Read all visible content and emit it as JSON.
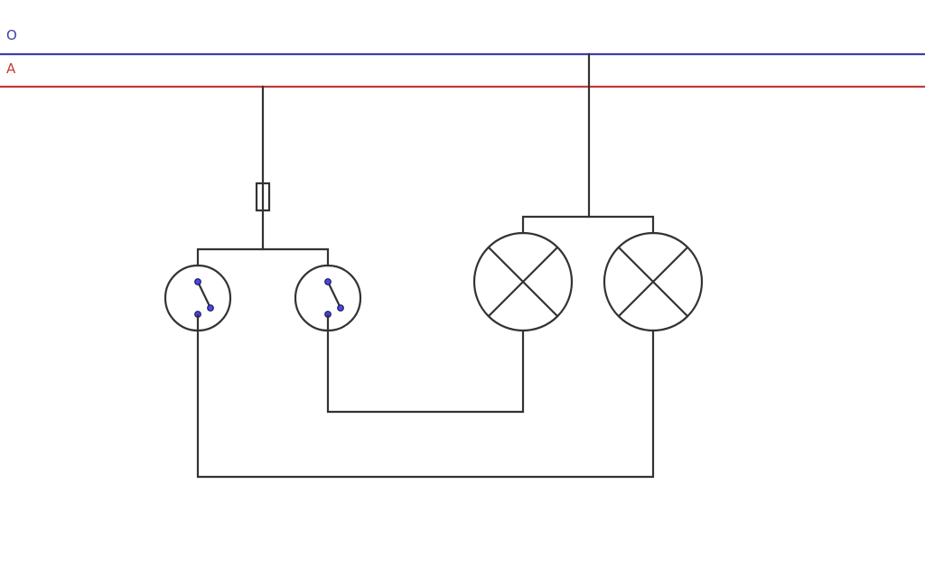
{
  "rails": {
    "neutral": {
      "label": "O",
      "color": "#3f3fa8"
    },
    "phase": {
      "label": "A",
      "color": "#c23a3a"
    }
  },
  "colors": {
    "wire": "#333333",
    "terminal_fill": "#4a4ae0",
    "terminal_stroke": "#1a1a6a"
  },
  "components": {
    "fuse": "fuse-symbol",
    "switches": [
      "switch-1",
      "switch-2"
    ],
    "lamps": [
      "lamp-1",
      "lamp-2"
    ]
  }
}
